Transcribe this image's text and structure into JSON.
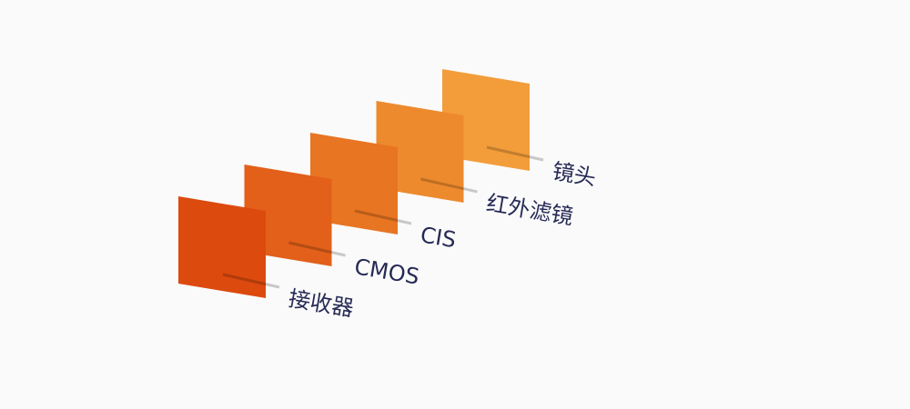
{
  "diagram": {
    "title": "",
    "layers": [
      {
        "label": "镜头",
        "color": "#F39D3A"
      },
      {
        "label": "红外滤镜",
        "color": "#ED8A2D"
      },
      {
        "label": "CIS",
        "color": "#E87522"
      },
      {
        "label": "CMOS",
        "color": "#E2601A"
      },
      {
        "label": "接收器",
        "color": "#DC4A0E"
      }
    ],
    "text_color": "#262a55",
    "background": "#fafafa"
  }
}
